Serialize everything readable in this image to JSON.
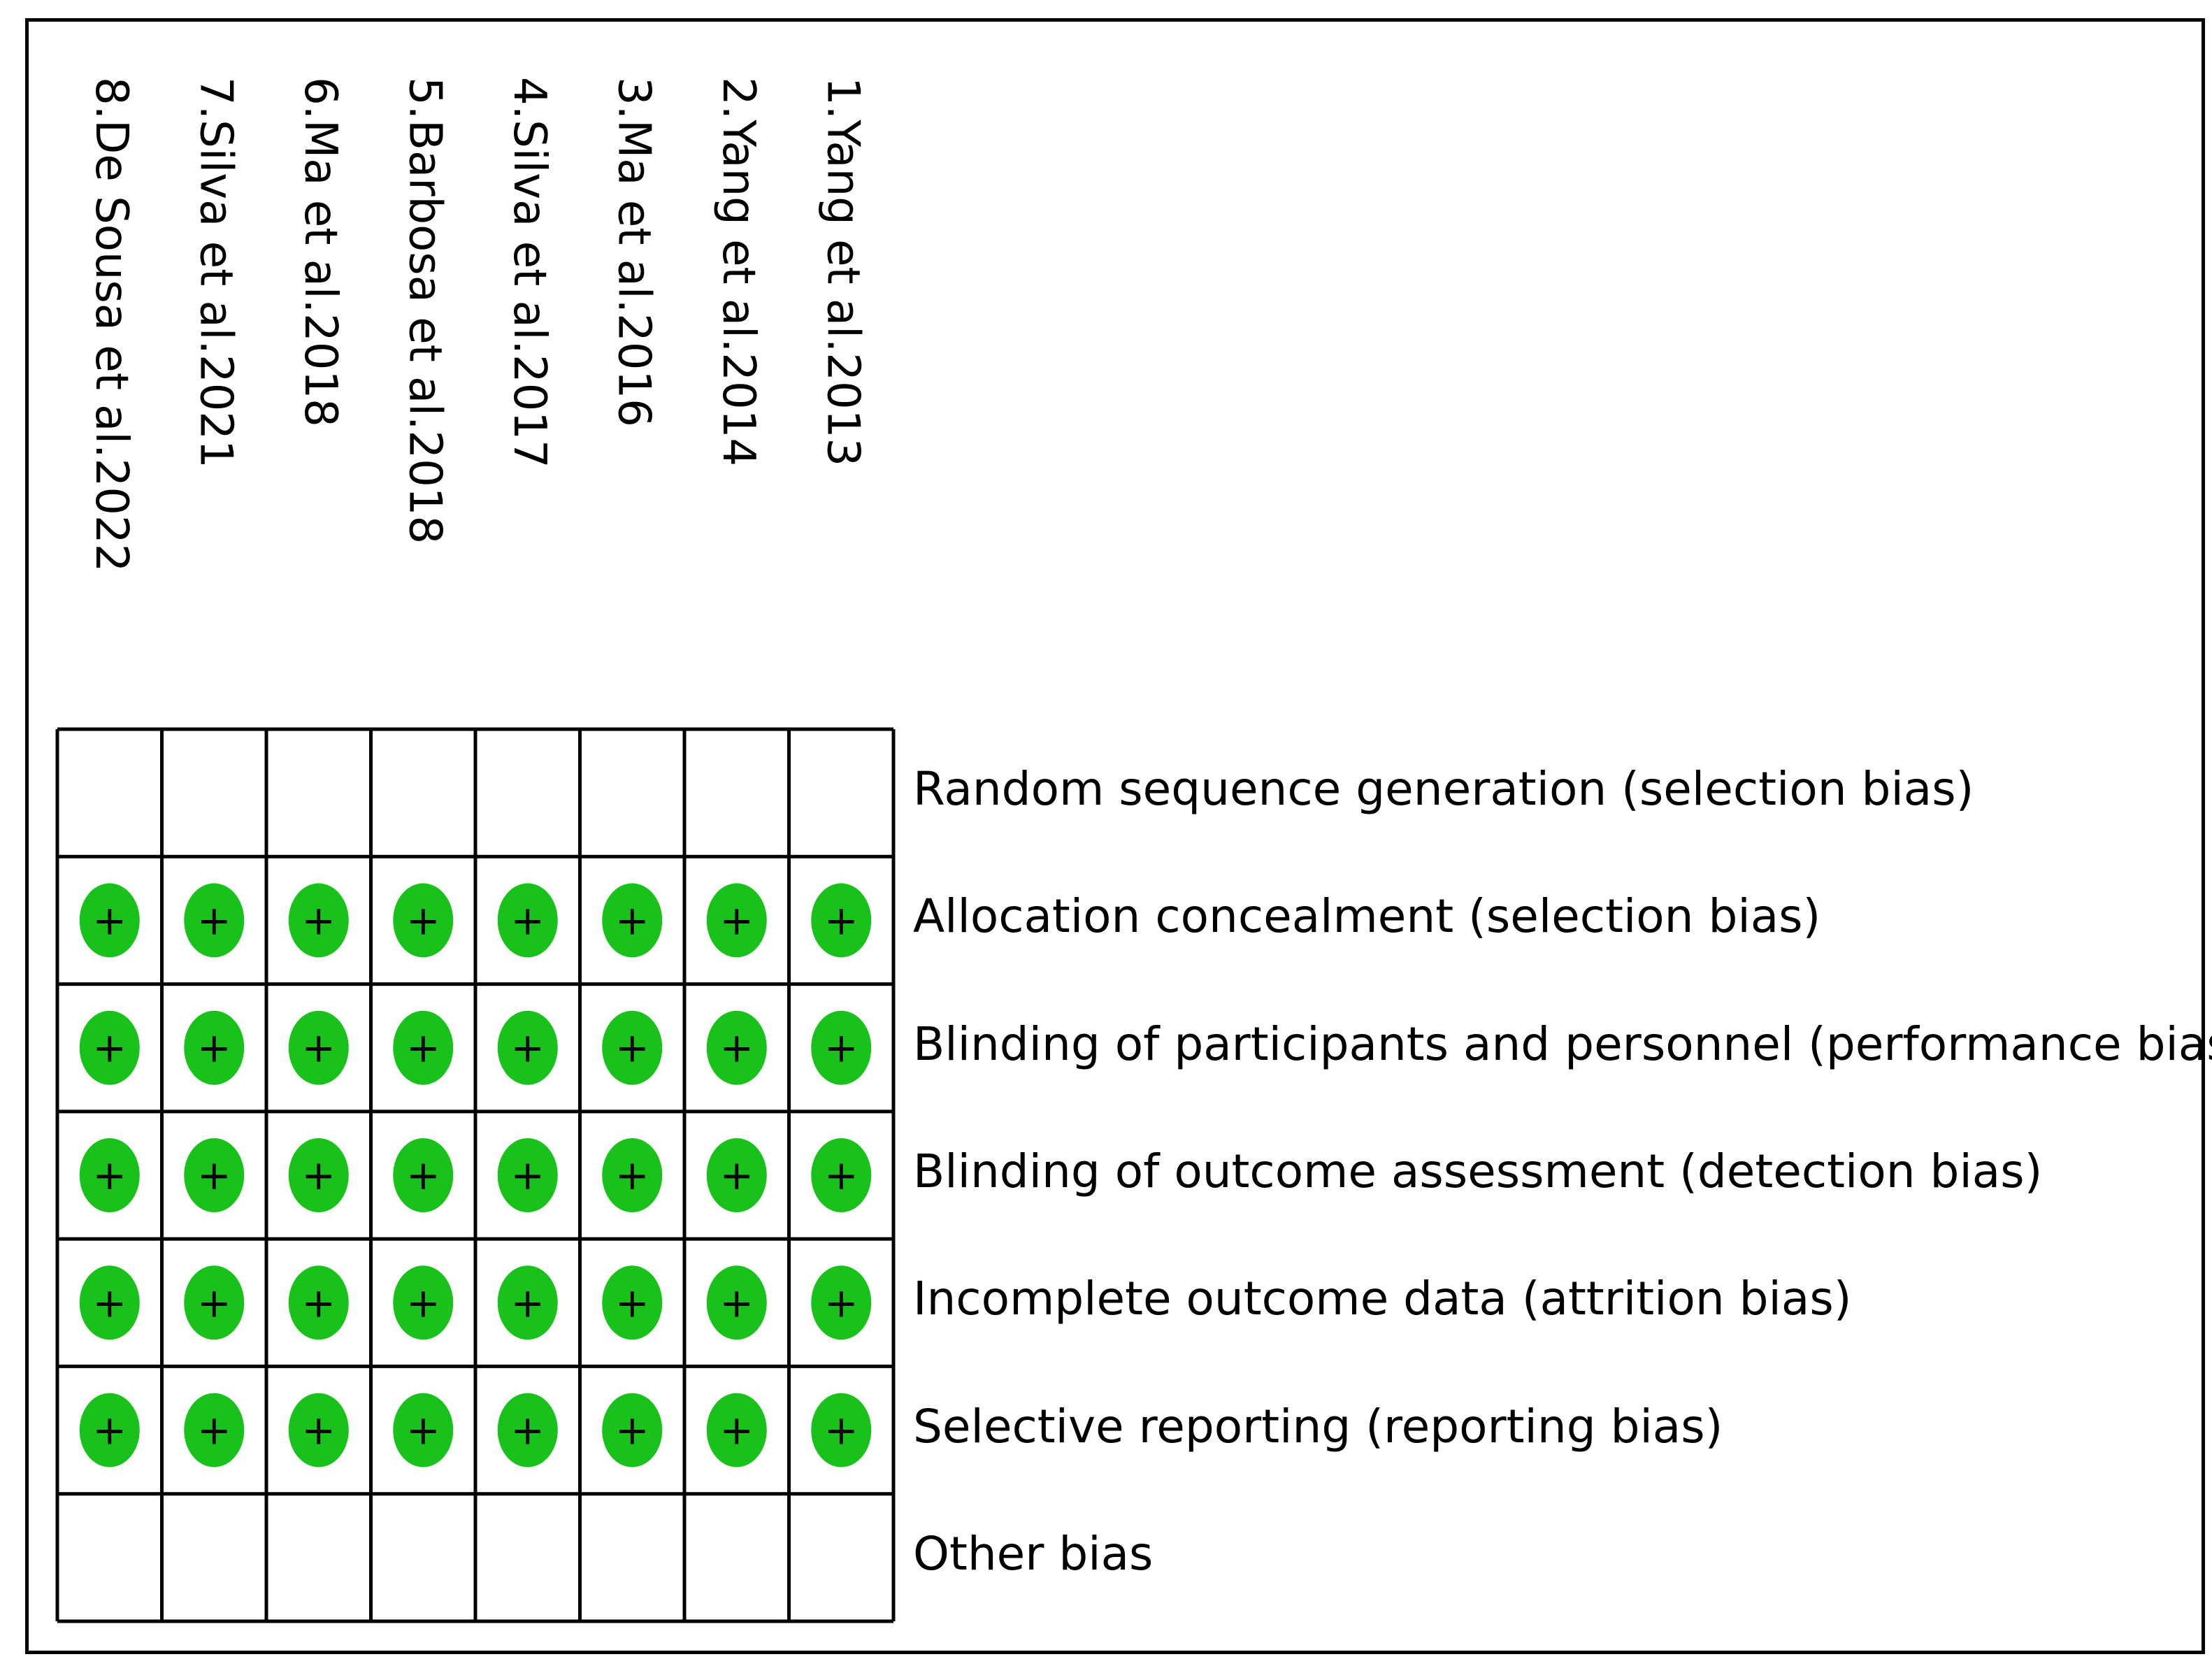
{
  "chart_data": {
    "type": "table",
    "studies": [
      "1.Yang et al.2013",
      "2.Yang et al.2014",
      "3.Ma et al.2016",
      "4.Silva et al.2017",
      "5.Barbosa et al.2018",
      "6.Ma et al.2018",
      "7.Silva et al.2021",
      "8.De Sousa et al.2022"
    ],
    "domains": [
      "Random sequence generation (selection bias)",
      "Allocation concealment (selection bias)",
      "Blinding of participants and personnel (performance bias)",
      "Blinding of outcome assessment (detection bias)",
      "Incomplete outcome data (attrition bias)",
      "Selective reporting (reporting bias)",
      "Other bias"
    ],
    "judgements": [
      [
        "",
        "",
        "",
        "",
        "",
        "",
        "",
        ""
      ],
      [
        "+",
        "+",
        "+",
        "+",
        "+",
        "+",
        "+",
        "+"
      ],
      [
        "+",
        "+",
        "+",
        "+",
        "+",
        "+",
        "+",
        "+"
      ],
      [
        "+",
        "+",
        "+",
        "+",
        "+",
        "+",
        "+",
        "+"
      ],
      [
        "+",
        "+",
        "+",
        "+",
        "+",
        "+",
        "+",
        "+"
      ],
      [
        "+",
        "+",
        "+",
        "+",
        "+",
        "+",
        "+",
        "+"
      ],
      [
        "",
        "",
        "",
        "",
        "",
        "",
        "",
        ""
      ]
    ],
    "colors": {
      "low_risk": "#19c21a",
      "grid": "#000000",
      "symbol": "#000000"
    }
  }
}
